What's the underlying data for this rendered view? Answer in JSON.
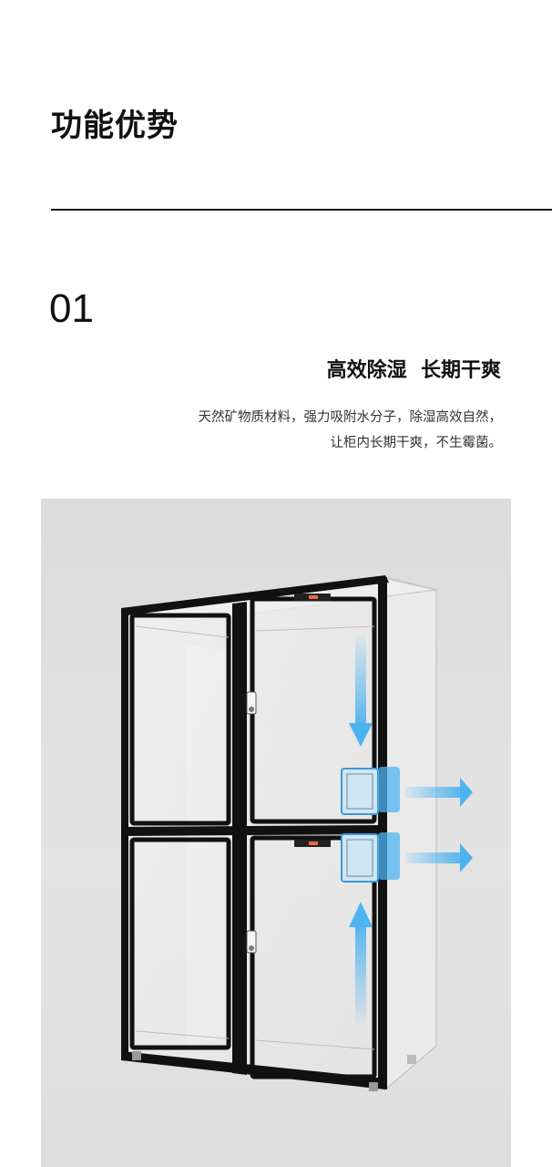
{
  "header": {
    "title": "功能优势"
  },
  "feature": {
    "number": "01",
    "heading": "高效除湿  长期干爽",
    "description_lines": [
      "天然矿物质材料，强力吸附水分子，除湿高效自然，",
      "让柜内长期干爽，不生霉菌。"
    ]
  },
  "colors": {
    "text": "#111111",
    "panel_bg": "#dedede",
    "frame": "#111111",
    "airflow": "#4db3f0"
  },
  "icons": {
    "product": "dehumidifying-cabinet-image",
    "airflow_down": "arrow-down-icon",
    "airflow_up": "arrow-up-icon",
    "airflow_out": "arrow-right-icon"
  }
}
